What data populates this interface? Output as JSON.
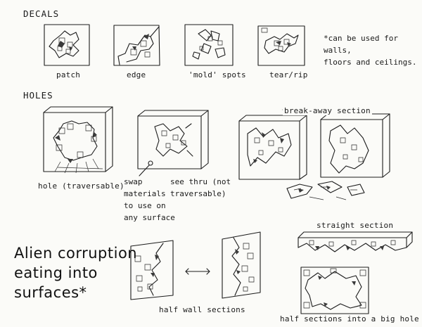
{
  "sections": {
    "decals": {
      "heading": "DECALS",
      "items": [
        "patch",
        "edge",
        "'mold' spots",
        "tear/rip"
      ],
      "note": [
        "*can be used for walls,",
        "floors and ceilings."
      ]
    },
    "holes": {
      "heading": "HOLES",
      "hole_label": "hole (traversable)",
      "swap_note": [
        "swap",
        "materials",
        "to use on",
        "any surface"
      ],
      "see_thru": [
        "see thru (not",
        "traversable)"
      ],
      "break_away": "break-away section"
    },
    "corruption": {
      "title_lines": [
        "Alien corruption",
        "eating into",
        "surfaces*"
      ],
      "straight": "straight section",
      "half_wall": "half wall sections",
      "big_hole": "half sections into a big hole"
    }
  }
}
